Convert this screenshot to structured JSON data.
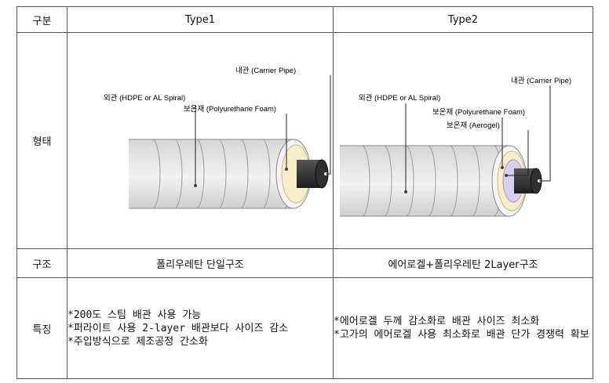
{
  "header": {
    "category": "구분",
    "type1": "Type1",
    "type2": "Type2"
  },
  "rows": {
    "form": "형태",
    "structure": "구조",
    "features": "특징"
  },
  "type1": {
    "labels": {
      "outer": "외관 (HDPE or AL Spiral)",
      "insulation": "보온재 (Polyurethane Foam)",
      "inner": "내관 (Carrier Pipe)"
    },
    "structure": "폴리우레탄 단일구조",
    "features": [
      "*200도 스팀 배관 사용 가능",
      "*퍼라이트 사용 2-layer 배관보다 사이즈 감소",
      "*주입방식으로 제조공정 간소화"
    ]
  },
  "type2": {
    "labels": {
      "inner": "내관 (Carrier Pipe)",
      "outer": "외관 (HDPE or AL Spiral)",
      "insulation": "보온재 (Polyurethane Foam)",
      "aerogel": "보온재 (Aerogel)"
    },
    "structure": "에어로겔+폴리우레탄 2Layer구조",
    "features": [
      "*에어로겔 두께 감소화로 배관 사이즈 최소화",
      "*고가의 에어로겔 사용 최소화로 배관 단가 경쟁력 확보"
    ]
  }
}
